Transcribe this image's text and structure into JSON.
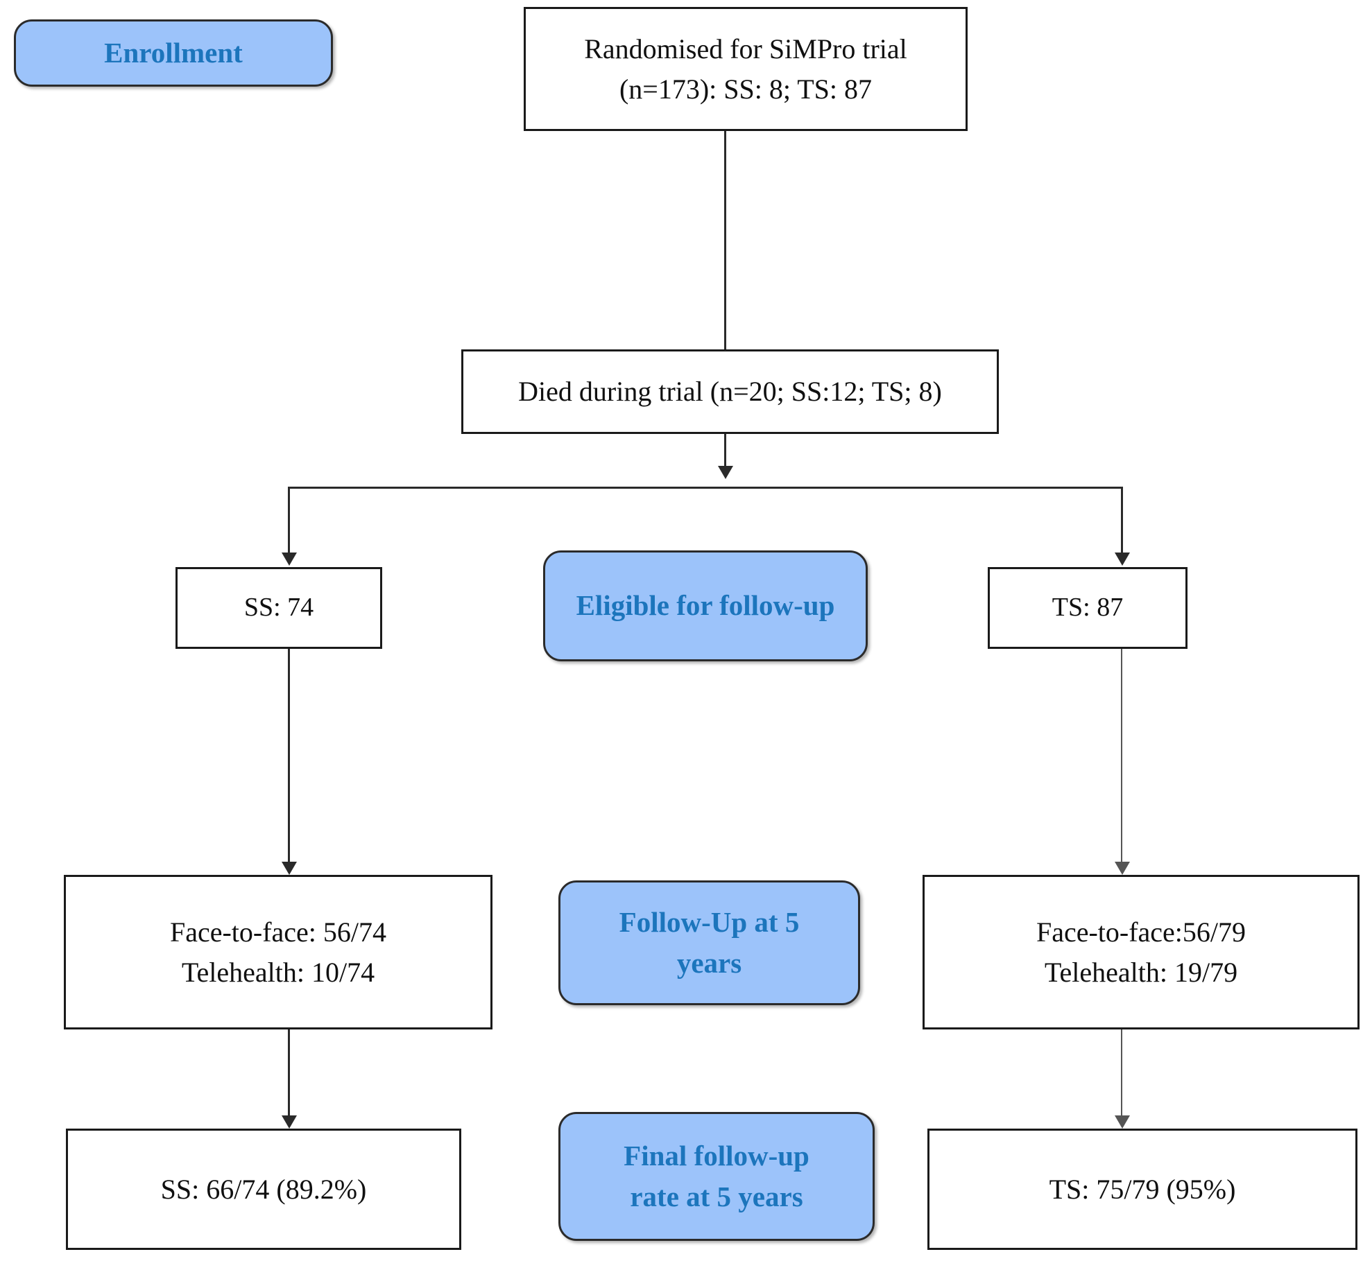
{
  "figure": {
    "type": "flowchart",
    "subject": "SiMPro trial 5-year follow-up CONSORT-style flow diagram",
    "accent_blue_fill": "#9CC3FA",
    "accent_blue_text": "#1C75BC",
    "box_border": "#1a1a1a"
  },
  "stages": {
    "enrollment": "Enrollment",
    "eligible": "Eligible for follow-up",
    "followup_line1": "Follow-Up at 5",
    "followup_line2": "years",
    "final_line1": "Final follow-up",
    "final_line2": "rate at 5 years"
  },
  "nodes": {
    "randomised": {
      "line1": "Randomised for SiMPro trial",
      "line2": "(n=173): SS: 8; TS: 87"
    },
    "died": {
      "line1": "Died during trial (n=20; SS:12; TS; 8)"
    },
    "ss_eligible": {
      "line1": "SS: 74"
    },
    "ts_eligible": {
      "line1": "TS: 87"
    },
    "ss_followup": {
      "line1": "Face-to-face: 56/74",
      "line2": "Telehealth: 10/74"
    },
    "ts_followup": {
      "line1": "Face-to-face:56/79",
      "line2": "Telehealth: 19/79"
    },
    "ss_final": {
      "line1": "SS: 66/74 (89.2%)"
    },
    "ts_final": {
      "line1": "TS: 75/79 (95%)"
    }
  },
  "chart_data": {
    "type": "flowchart",
    "title": "SiMPro trial 5-year follow-up flow diagram",
    "stages": [
      "Enrollment",
      "Eligible for follow-up",
      "Follow-Up at 5 years",
      "Final follow-up rate at 5 years"
    ],
    "nodes": [
      {
        "id": "randomised",
        "stage": "Enrollment",
        "text": "Randomised for SiMPro trial (n=173): SS: 8; TS: 87",
        "n": 173,
        "SS": 8,
        "TS": 87
      },
      {
        "id": "died",
        "stage": "Enrollment",
        "text": "Died during trial (n=20; SS:12; TS; 8)",
        "n": 20,
        "SS": 12,
        "TS": 8
      },
      {
        "id": "ss_eligible",
        "stage": "Eligible for follow-up",
        "arm": "SS",
        "text": "SS: 74",
        "value": 74
      },
      {
        "id": "ts_eligible",
        "stage": "Eligible for follow-up",
        "arm": "TS",
        "text": "TS: 87",
        "value": 87
      },
      {
        "id": "ss_followup",
        "stage": "Follow-Up at 5 years",
        "arm": "SS",
        "face_to_face": "56/74",
        "telehealth": "10/74"
      },
      {
        "id": "ts_followup",
        "stage": "Follow-Up at 5 years",
        "arm": "TS",
        "face_to_face": "56/79",
        "telehealth": "19/79"
      },
      {
        "id": "ss_final",
        "stage": "Final follow-up rate at 5 years",
        "arm": "SS",
        "text": "SS: 66/74 (89.2%)",
        "rate_percent": 89.2
      },
      {
        "id": "ts_final",
        "stage": "Final follow-up rate at 5 years",
        "arm": "TS",
        "text": "TS: 75/79 (95%)",
        "rate_percent": 95
      }
    ],
    "edges": [
      {
        "from": "randomised",
        "to": "died"
      },
      {
        "from": "died",
        "to": "ss_eligible"
      },
      {
        "from": "died",
        "to": "ts_eligible"
      },
      {
        "from": "ss_eligible",
        "to": "ss_followup"
      },
      {
        "from": "ts_eligible",
        "to": "ts_followup"
      },
      {
        "from": "ss_followup",
        "to": "ss_final"
      },
      {
        "from": "ts_followup",
        "to": "ts_final"
      }
    ]
  }
}
